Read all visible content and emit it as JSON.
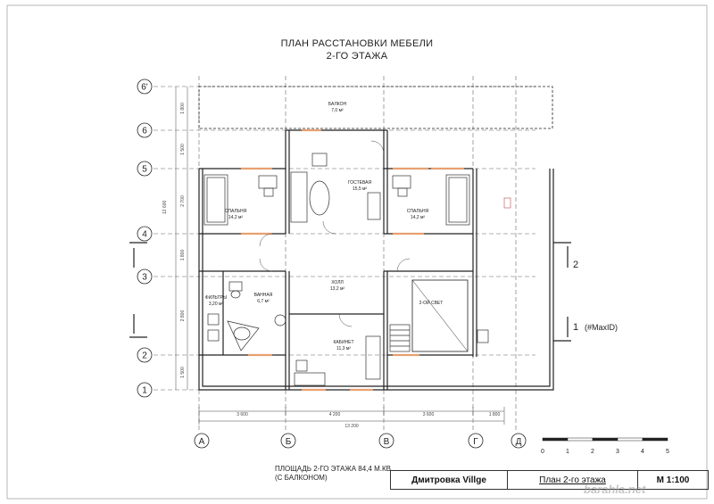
{
  "title": {
    "line1": "ПЛАН РАССТАНОВКИ МЕБЕЛИ",
    "line2": "2-ГО ЭТАЖА"
  },
  "axes": {
    "rows": [
      "6'",
      "6",
      "5",
      "4",
      "3",
      "2",
      "1"
    ],
    "cols": [
      "А",
      "Б",
      "В",
      "Г",
      "Д"
    ]
  },
  "row_dims": [
    "1 800",
    "1 500",
    "2 700",
    "1 800",
    "2 800",
    "1 500"
  ],
  "overall_height_dim": "12 600",
  "col_dims": [
    "3 600",
    "4 200",
    "3 600",
    "1 800"
  ],
  "overall_width_dim": "13 200",
  "rooms": [
    {
      "name": "БАЛКОН",
      "area": "7,0 м²"
    },
    {
      "name": "ГОСТЕВАЯ",
      "area": "15,5 м²"
    },
    {
      "name": "СПАЛЬНЯ",
      "area": "14,2 м²"
    },
    {
      "name": "СПАЛЬНЯ",
      "area": "14,2 м²"
    },
    {
      "name": "ХОЛЛ",
      "area": "13,2 м²"
    },
    {
      "name": "ФИЛЬТРЫ",
      "area": "3,20 м²"
    },
    {
      "name": "ВАННАЯ",
      "area": "6,7 м²"
    },
    {
      "name": "КАБИНЕТ",
      "area": "11,3 м²"
    },
    {
      "name": "2-ОЙ СВЕТ",
      "area": ""
    }
  ],
  "section_marks": {
    "top": "2",
    "bottom": "1",
    "bottom_note": "(#MaxID)"
  },
  "scale_bar": [
    "0",
    "1",
    "2",
    "3",
    "4",
    "5"
  ],
  "area_note": {
    "line1": "ПЛОЩАДЬ 2-ГО ЭТАЖА 84,4 М.КВ.",
    "line2": "(С БАЛКОНОМ)"
  },
  "stamp": {
    "project": "Дмитровка Villge",
    "sheet": "План 2-го этажа",
    "scale": "М 1:100"
  },
  "watermark": "barahla.net",
  "colors": {
    "line": "#222222",
    "axis": "#555555",
    "window": "#e8a070"
  }
}
